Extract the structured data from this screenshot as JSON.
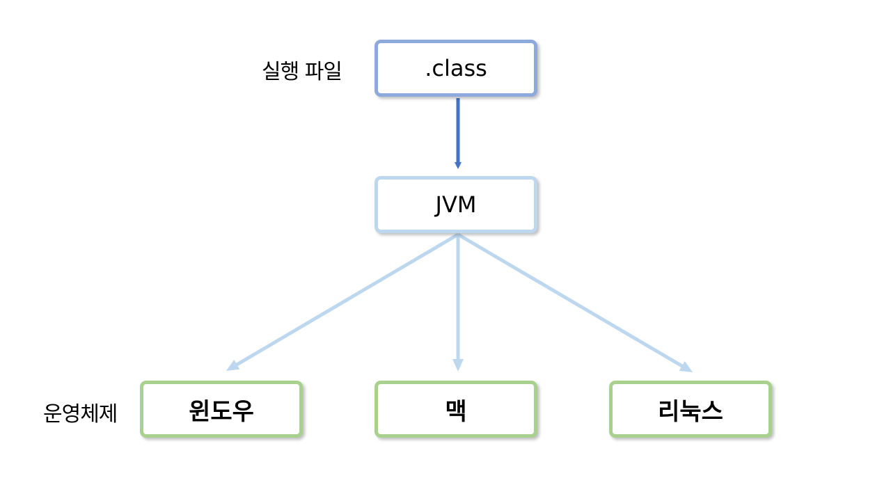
{
  "labels": {
    "executable_file": "실행 파일",
    "operating_system": "운영체제"
  },
  "nodes": {
    "class_file": ".class",
    "jvm": "JVM",
    "os": {
      "windows": "윈도우",
      "mac": "맥",
      "linux": "리눅스"
    }
  },
  "colors": {
    "class_border": "#8ea9db",
    "jvm_border": "#bdd7ee",
    "os_border": "#a9d18e",
    "primary_arrow": "#4472c4",
    "secondary_arrow": "#bdd7ee"
  }
}
